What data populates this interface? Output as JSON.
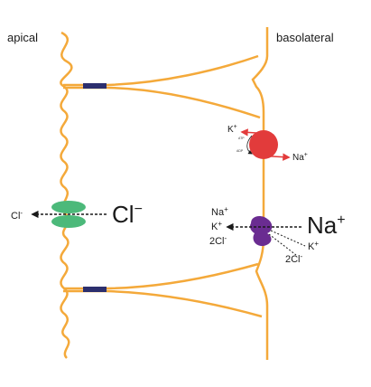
{
  "labels": {
    "apical": "apical",
    "basolateral": "basolateral"
  },
  "chloride_channel": {
    "ion_inside": "Cl",
    "ion_inside_charge": "-",
    "ion_big": "Cl",
    "ion_big_charge": "−"
  },
  "pump": {
    "k_label": "K",
    "k_charge": "+",
    "na_label": "Na",
    "na_charge": "+",
    "atp_label": "ATP",
    "adp_label": "ADP"
  },
  "cotransporter": {
    "na_label": "Na",
    "na_charge": "+",
    "k_label": "K",
    "k_charge": "+",
    "cl_label": "2Cl",
    "cl_charge": "-",
    "big_na_label": "Na",
    "big_na_charge": "+",
    "right_k_label": "K",
    "right_k_charge": "+",
    "right_cl_label": "2Cl",
    "right_cl_charge": "-"
  },
  "colors": {
    "membrane": "#f4a93a",
    "tight_junction": "#2c2f6e",
    "cl_channel": "#4cb97a",
    "pump": "#e23b3b",
    "cotransporter": "#6a2c91",
    "arrow": "#1a1a1a"
  }
}
